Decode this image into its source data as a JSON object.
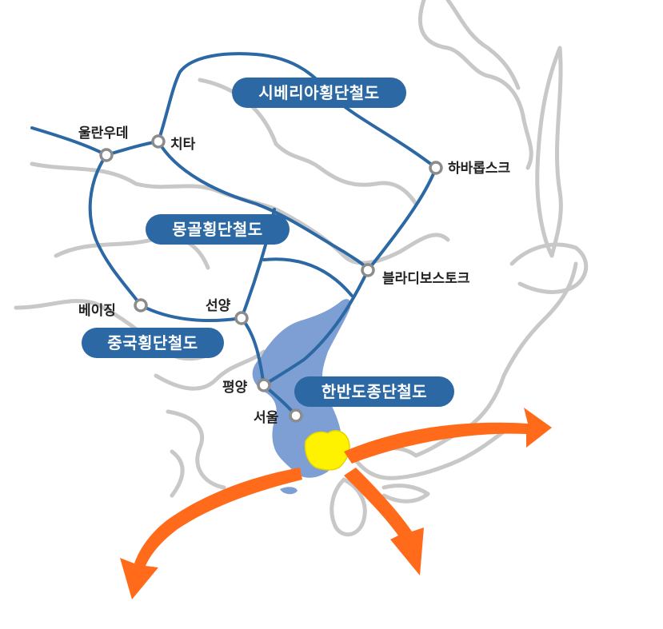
{
  "map": {
    "colors": {
      "route": "#2b68a4",
      "land_outline": "#c8c8c8",
      "korea_fill": "#7d9fd3",
      "region_highlight": "#fff200",
      "arrow": "#ff6b1a",
      "station_stroke": "#8c8c8c"
    },
    "railways": {
      "siberian": "시베리아횡단철도",
      "mongolian": "몽골횡단철도",
      "chinese": "중국횡단철도",
      "korean_peninsula": "한반도종단철도"
    },
    "cities": {
      "ulaanbaatar": "울란우데",
      "chita": "치타",
      "khabarovsk": "하바롭스크",
      "vladivostok": "블라디보스토크",
      "beijing": "베이징",
      "shenyang": "선양",
      "pyongyang": "평양",
      "seoul": "서울"
    }
  }
}
